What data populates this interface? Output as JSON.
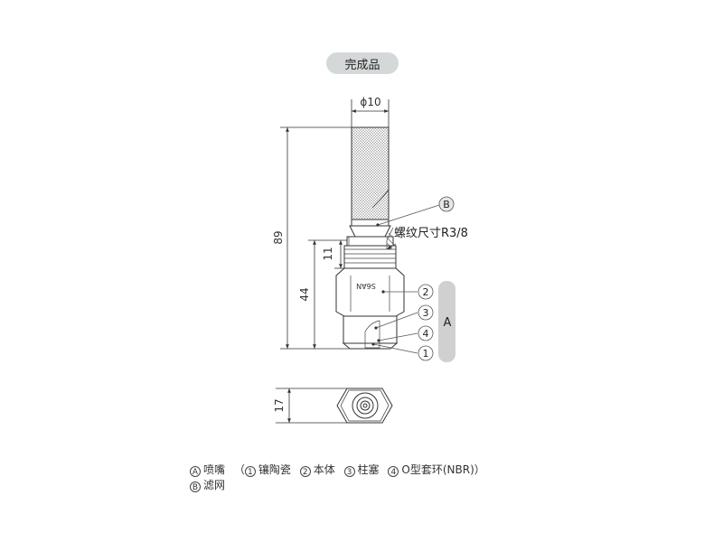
{
  "header": {
    "title": "完成品"
  },
  "dimensions": {
    "diameter": "ϕ10",
    "overall_length": "89",
    "hex_length": "44",
    "thread_length": "11",
    "hex_across_flats": "17"
  },
  "annotations": {
    "thread": "螺纹尺寸R3/8",
    "hex_marking": "S6AN",
    "callouts": {
      "b": "B",
      "a": "A",
      "c2": "2",
      "c3": "3",
      "c4": "4",
      "c1": "1"
    }
  },
  "legend": {
    "a_mark": "A",
    "a_label": "喷嘴",
    "a_open": "（",
    "p1_mark": "1",
    "p1_label": "镶陶瓷",
    "p2_mark": "2",
    "p2_label": "本体",
    "p3_mark": "3",
    "p3_label": "柱塞",
    "p4_mark": "4",
    "p4_label": "O型套环(NBR)",
    "a_close": "）",
    "b_mark": "B",
    "b_label": "滤网"
  },
  "colors": {
    "pill_bg": "#d4d8d9",
    "callout_bg": "#e6e6e6",
    "bracket_bg": "#d0d0d0",
    "line": "#333333"
  }
}
